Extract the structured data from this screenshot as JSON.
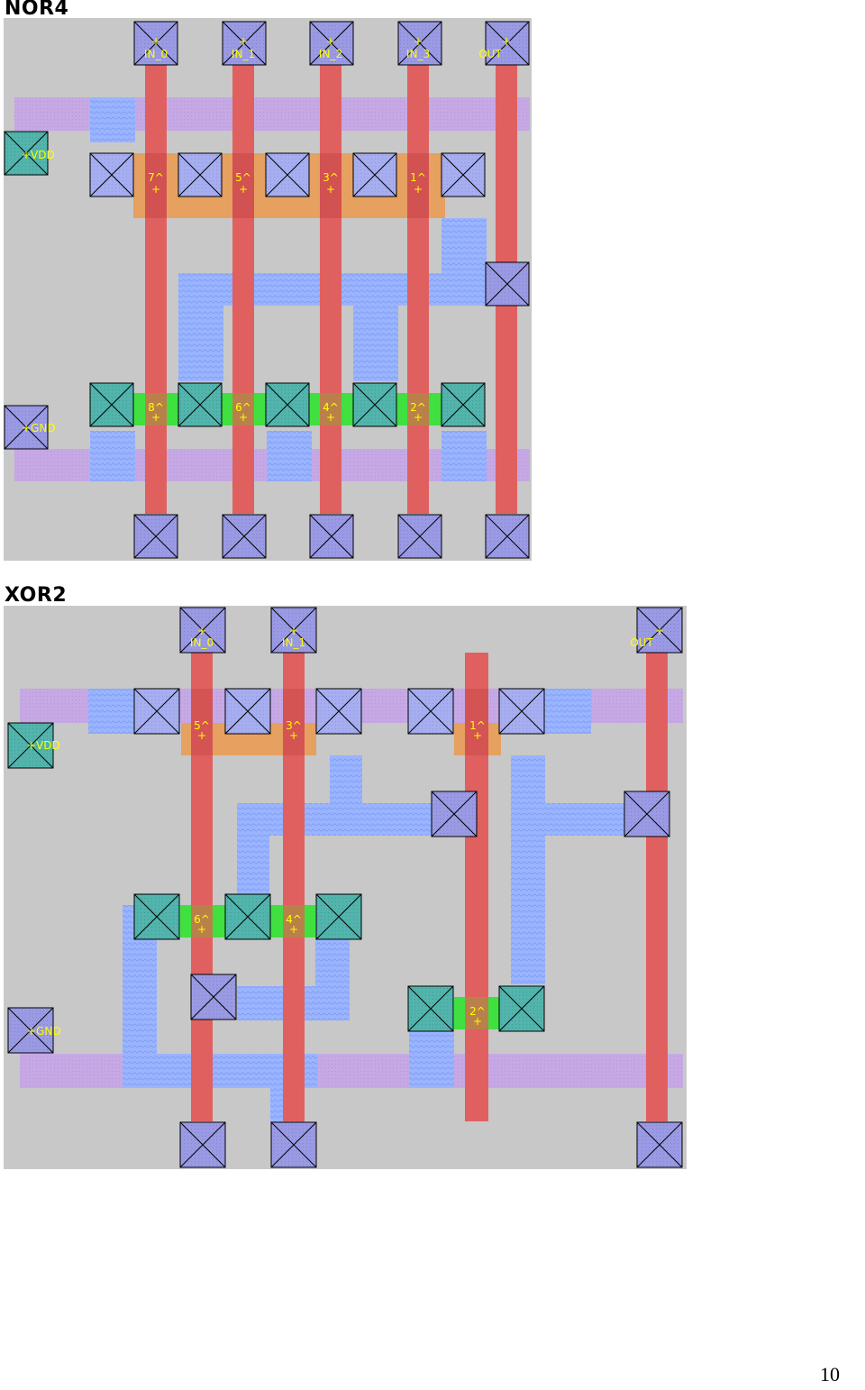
{
  "page_number": "10",
  "colors": {
    "background": "#c8c8c8",
    "poly": "#e06060",
    "metal1": "#9ab4ff",
    "metal2": "#c8a8e0",
    "pdiff": "#e6a060",
    "ndiff": "#40e040",
    "contact_pad": "#9898e0",
    "ndiff_contact": "#50b0a8",
    "label": "#ffff00"
  },
  "cells": [
    {
      "title": "NOR4",
      "ports": [
        "IN_0",
        "IN_1",
        "IN_2",
        "IN_3",
        "OUT"
      ],
      "rails": [
        "VDD",
        "GND"
      ],
      "p_nodes": [
        "7^",
        "5^",
        "3^",
        "1^"
      ],
      "n_nodes": [
        "8^",
        "6^",
        "4^",
        "2^"
      ]
    },
    {
      "title": "XOR2",
      "ports": [
        "IN_0",
        "IN_1",
        "OUT"
      ],
      "rails": [
        "VDD",
        "GND"
      ],
      "p_nodes": [
        "5^",
        "3^",
        "1^"
      ],
      "n_nodes": [
        "6^",
        "4^",
        "2^"
      ]
    }
  ]
}
